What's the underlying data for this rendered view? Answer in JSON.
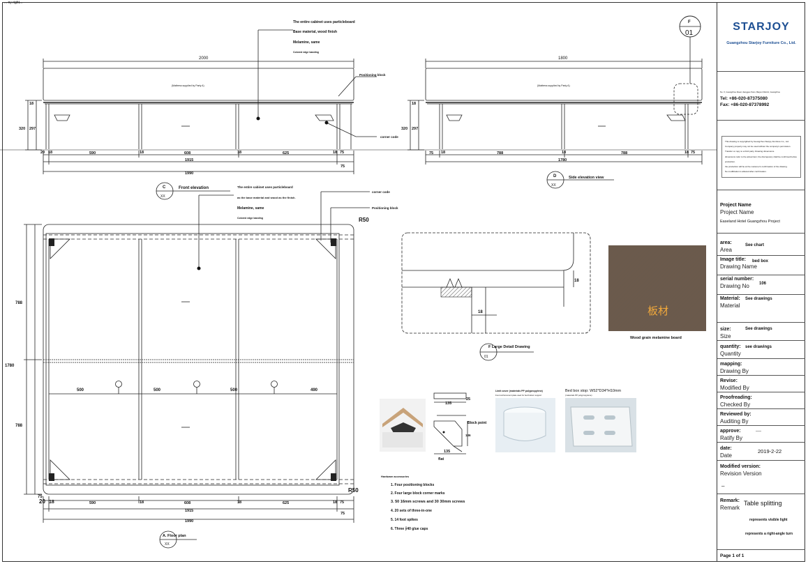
{
  "sheet": {
    "top_note": "... ny right..."
  },
  "front": {
    "dim_top": "2000",
    "mattress": "(Mattress supplied by Party A)",
    "positioning_block": "Positioning block",
    "corner_code": "corner code",
    "notes": [
      "The entire cabinet uses particleboard",
      "Base material, wood finish",
      "Melamine, same",
      "Colored edge banding"
    ],
    "dims_h": [
      "20",
      "18",
      "590",
      "18",
      "608",
      "18",
      "625",
      "18",
      "75"
    ],
    "total_a": "1915",
    "total_b": "1990",
    "dim_75": "75",
    "dims_v": [
      "18",
      "320",
      "297"
    ],
    "title_letter": "C",
    "title": "Front elevation",
    "scale": "XX"
  },
  "side": {
    "dim_top": "1800",
    "mattress": "(Mattress supplied by Party A)",
    "dims_h": [
      "75",
      "18",
      "788",
      "18",
      "788",
      "18",
      "75"
    ],
    "total": "1780",
    "dims_v": [
      "18",
      "320",
      "297"
    ],
    "title_letter": "D",
    "title": "Side elevation view",
    "scale": "XX"
  },
  "detail_marker": {
    "letter": "F",
    "number": "01"
  },
  "plan": {
    "notes": [
      "The entire cabinet uses particleboard",
      "as the base material and wood as the finish.",
      "Melamine, same",
      "Colored edge banding"
    ],
    "corner_code": "corner code",
    "positioning_block": "Positioning block",
    "r50_top": "R50",
    "r50_bottom": "R50",
    "dim_788_top": "788",
    "dim_788_bottom": "788",
    "dim_1780": "1780",
    "spans": [
      "500",
      "500",
      "500",
      "490"
    ],
    "dims_h": [
      "20",
      "18",
      "590",
      "18",
      "608",
      "18",
      "625",
      "18",
      "75"
    ],
    "total_a": "1915",
    "total_b": "1990",
    "dim_75": "75",
    "dim_v_75": "75",
    "title": "A. Floor plan",
    "scale": "XX"
  },
  "detail": {
    "dim_a": "18",
    "dim_b": "18",
    "title": "F Large Detail Drawing",
    "number": "01"
  },
  "wood": {
    "overlay": "板材",
    "caption": "Wood grain melamine board"
  },
  "hardware": {
    "dim_135a": "135",
    "dim_25": "25",
    "dim_135b": "135",
    "dim_136": "136",
    "block_point": "Block point",
    "flat": "flat",
    "foot_title": "Limit cover (materials PP polypropylene)",
    "foot_sub": "Foot reinforcement plate used for bed bottom support",
    "stop_title": "Bed box stop: W52*D34*H10mm",
    "stop_sub": "(materials PP polypropylene)"
  },
  "accessories": {
    "heading": "Hardware accessories",
    "items": [
      "1. Four positioning blocks",
      "2. Four large block corner marks",
      "3. 50 16mm screws and 30 30mm screws",
      "4. 20 sets of three-in-one",
      "5. 14 foot spikes",
      "6. Three ў40 glue caps"
    ]
  },
  "titleblock": {
    "logo": "STARJOY",
    "company": "Guangzhou Starjoy Furniture Co., Ltd.",
    "address": "No. X, Guangzhou Road, Jianggao Town, Baiyun District, Guangzhou",
    "tel": "Tel: +86-020-87375080",
    "fax": "Fax: +86-020-87378992",
    "copyright": [
      "This drawing is copyrighted by Guangzhou Starjoy Furniture Co., Ltd.",
      "Company property may not be used without the company's permission.",
      "Transfer or copy to a third party. Drawing dimensions.",
      "dimensions refer to the actual item; the discrepancy shall be confirmed before production.",
      "the production will be at the customer's confirmation of the drawing.",
      "No modification is allowed after confirmation."
    ],
    "project_cn": "Project Name",
    "project_en": "Project Name",
    "project_value": "Easeland Hotel Guangzhou Project",
    "area_cn": "area:",
    "area_en": "Area",
    "area_value": "See chart",
    "title_cn": "Image title:",
    "title_en": "Drawing Name",
    "title_value": "bed box",
    "serial_cn": "serial number:",
    "serial_en": "Drawing No",
    "serial_value": "106",
    "material_cn": "Material:",
    "material_en": "Material",
    "material_value": "See drawings",
    "size_cn": "size:",
    "size_en": "Size",
    "size_value": "See drawings",
    "qty_cn": "quantity:",
    "qty_en": "Quantity",
    "qty_value": "see drawings",
    "mapping_cn": "mapping:",
    "mapping_en": "Drawing By",
    "revise_cn": "Revise:",
    "revise_en": "Modified By",
    "proof_cn": "Proofreading:",
    "proof_en": "Checked By",
    "review_cn": "Reviewed by:",
    "review_en": "Auditing By",
    "approve_cn": "approve:",
    "approve_en": "Ratify By",
    "approve_value": "——",
    "date_cn": "date:",
    "date_en": "Date",
    "date_value": "2019-2-22",
    "modver_cn": "Modified version:",
    "modver_en": "Revision Version",
    "modver_value": "–",
    "remark_cn": "Remark:",
    "remark_en": "Remark",
    "remark_value": "Table splitting",
    "legend_1": "represents visible light",
    "legend_2": "represents a right-angle turn",
    "page": "Page 1 of 1"
  },
  "colors": {
    "brand": "#1d4f93",
    "wood": "#6b5a4c",
    "wood_text": "#f2a93b",
    "hatch": "#555555"
  }
}
